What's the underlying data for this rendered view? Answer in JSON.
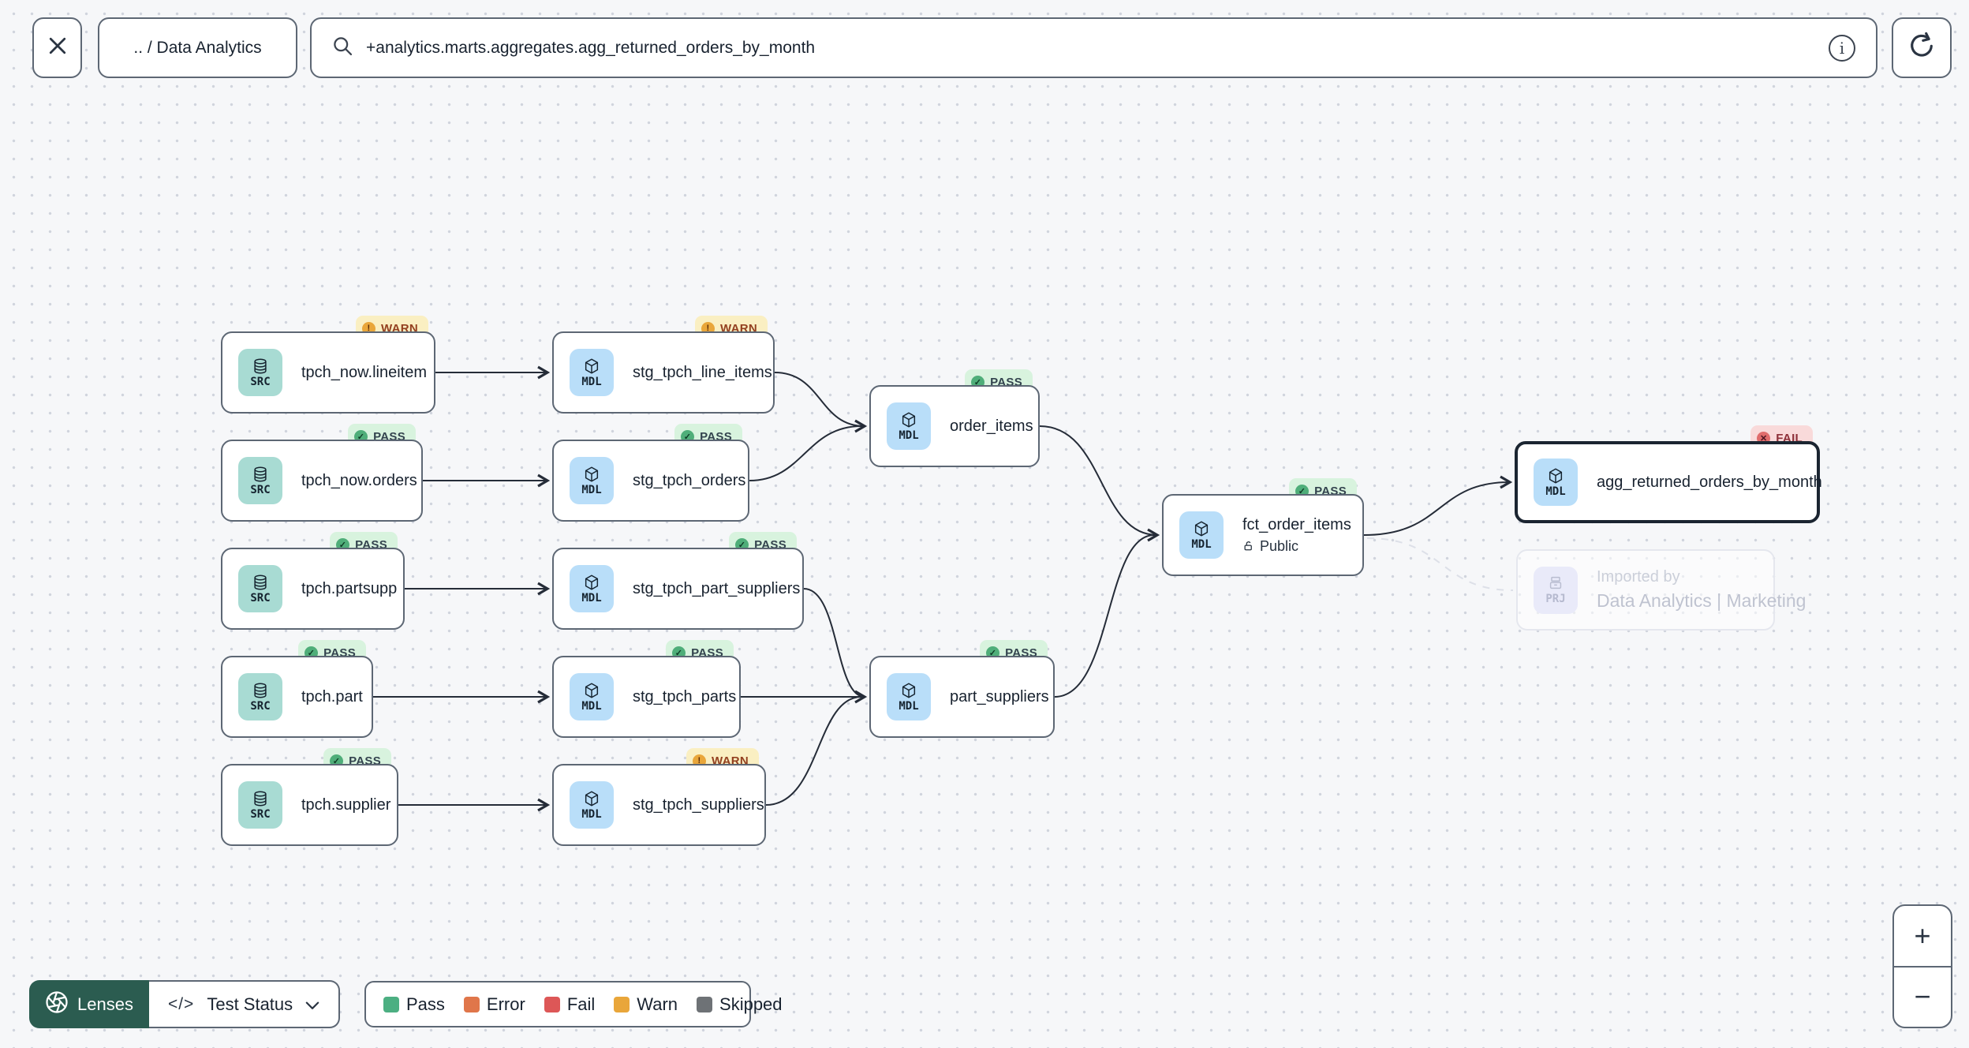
{
  "topbar": {
    "breadcrumb": ".. / Data Analytics",
    "search_value": "+analytics.marts.aggregates.agg_returned_orders_by_month",
    "info_glyph": "i"
  },
  "graph": {
    "nodes": [
      {
        "title": "tpch_now.lineitem",
        "type": "SRC",
        "status": "WARN"
      },
      {
        "title": "tpch_now.orders",
        "type": "SRC",
        "status": "PASS"
      },
      {
        "title": "tpch.partsupp",
        "type": "SRC",
        "status": "PASS"
      },
      {
        "title": "tpch.part",
        "type": "SRC",
        "status": "PASS"
      },
      {
        "title": "tpch.supplier",
        "type": "SRC",
        "status": "PASS"
      },
      {
        "title": "stg_tpch_line_items",
        "type": "MDL",
        "status": "WARN"
      },
      {
        "title": "stg_tpch_orders",
        "type": "MDL",
        "status": "PASS"
      },
      {
        "title": "stg_tpch_part_suppliers",
        "type": "MDL",
        "status": "PASS"
      },
      {
        "title": "stg_tpch_parts",
        "type": "MDL",
        "status": "PASS"
      },
      {
        "title": "stg_tpch_suppliers",
        "type": "MDL",
        "status": "WARN"
      },
      {
        "title": "order_items",
        "type": "MDL",
        "status": "PASS"
      },
      {
        "title": "part_suppliers",
        "type": "MDL",
        "status": "PASS"
      },
      {
        "title": "fct_order_items",
        "type": "MDL",
        "status": "PASS",
        "access": "Public"
      },
      {
        "title": "agg_returned_orders_by_month",
        "type": "MDL",
        "status": "FAIL",
        "selected": true
      },
      {
        "title": "Data Analytics | Marketing",
        "type": "PRJ",
        "subtitle": "Imported by",
        "ghost": true
      }
    ],
    "status_icons": {
      "pass": "✓",
      "warn": "!",
      "fail": "✕"
    }
  },
  "toolbar": {
    "lenses_label": "Lenses",
    "lens_icon": "</>",
    "lens_selected": "Test Status"
  },
  "legend": {
    "items": [
      {
        "label": "Pass",
        "color": "#4caf82"
      },
      {
        "label": "Error",
        "color": "#e0764a"
      },
      {
        "label": "Fail",
        "color": "#dd5757"
      },
      {
        "label": "Warn",
        "color": "#e9a63a"
      },
      {
        "label": "Skipped",
        "color": "#6e7276"
      }
    ]
  },
  "zoom_controls": {
    "zoom_in": "+",
    "zoom_out": "−"
  },
  "colors": {
    "lenses_bg": "#2b5c50",
    "node_border": "#5d6774",
    "selected_node_border": "#1b2531",
    "badge_pass_bg": "#d8f3de",
    "badge_warn_bg": "#faefc2",
    "badge_fail_bg": "#f9dada",
    "chip_src_bg": "#a8dbd3",
    "chip_mdl_bg": "#b9def9",
    "chip_prj_bg": "#e9eaf9",
    "edge": "#252c38",
    "ghost_edge": "#dde0e8"
  }
}
